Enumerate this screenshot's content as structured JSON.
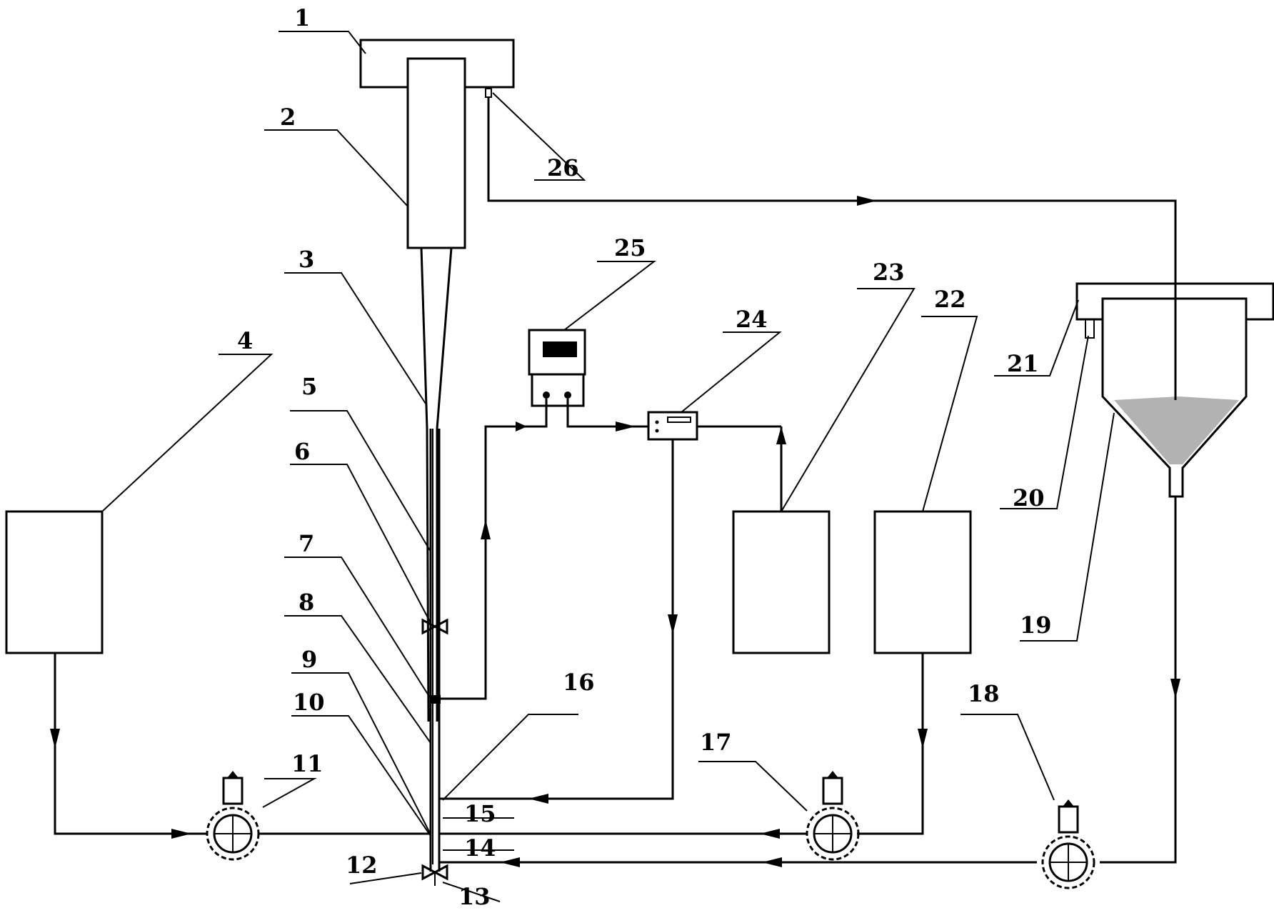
{
  "labels": {
    "l1": "1",
    "l2": "2",
    "l3": "3",
    "l4": "4",
    "l5": "5",
    "l6": "6",
    "l7": "7",
    "l8": "8",
    "l9": "9",
    "l10": "10",
    "l11": "11",
    "l12": "12",
    "l13": "13",
    "l14": "14",
    "l15": "15",
    "l16": "16",
    "l17": "17",
    "l18": "18",
    "l19": "19",
    "l20": "20",
    "l21": "21",
    "l22": "22",
    "l23": "23",
    "l24": "24",
    "l25": "25",
    "l26": "26"
  },
  "colors": {
    "line": "#000000",
    "background": "#ffffff",
    "sediment": "#555555"
  }
}
